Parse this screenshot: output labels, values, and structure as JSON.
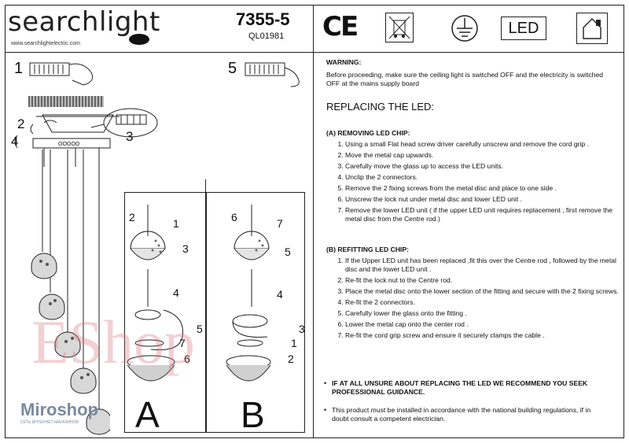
{
  "header": {
    "brand": "searchlight",
    "url": "www.searchlightelectric.com",
    "model": "7355-5",
    "subcode": "QL01981",
    "badges": {
      "ce": "CE",
      "led": "LED"
    },
    "icons": [
      "ce-mark",
      "weee-bin-icon",
      "earth-ground-icon",
      "led-badge",
      "indoor-house-icon"
    ]
  },
  "figures": {
    "step1": "1",
    "step5": "5",
    "main_labels": [
      "2",
      "3",
      "4"
    ],
    "panel_a": {
      "label": "A",
      "steps": [
        "2",
        "1",
        "3",
        "4",
        "5",
        "7",
        "6"
      ]
    },
    "panel_b": {
      "label": "B",
      "steps": [
        "6",
        "7",
        "5",
        "4",
        "3",
        "1",
        "2"
      ]
    },
    "canopy_text": "ΟΟΟΟΟ"
  },
  "watermarks": {
    "estore": "EShop",
    "miroshop": "Miroshop",
    "miroshop_sub": "СЕТЬ ИНТЕРНЕТ-МАГАЗИНОВ"
  },
  "instructions": {
    "warning_title": "WARNING:",
    "warning_text": "Before proceeding, make sure the ceiling light is switched OFF and the electricity is switched OFF at the mains supply board",
    "heading": "REPLACING THE LED:",
    "section_a_title": "(A) REMOVING LED CHIP:",
    "section_a": [
      "Using a small Flat head screw driver carefully unscrew and remove the cord grip .",
      "Move the metal cap upwards.",
      "Carefully move the glass up to access the LED units.",
      "Unclip the 2 connectors.",
      "Remove the 2 fixing screws from the metal disc and place to one side .",
      "Unscrew the lock nut under metal disc and lower LED unit .",
      "Remove the lower LED unit ( if the upper LED unit requires replacement , first remove the metal disc from the Centre rod.)"
    ],
    "section_b_title": "(B) REFITTING LED CHIP:",
    "section_b": [
      " If the Upper LED unit has been replaced ,fit this over the Centre rod , followed by the metal disc and the lower LED unit .",
      "Re-fit the lock nut to the Centre rod.",
      "Place the metal disc onto the  lower section of the fitting and secure with the 2 fixing screws.",
      "Re-fit  the 2 connectors.",
      "Carefully lower the glass onto the fitting .",
      "Lower the metal cap onto the center rod .",
      "Re-fit the cord grip screw and ensure it securely clamps the cable ."
    ],
    "note1": "IF AT ALL UNSURE ABOUT REPLACING THE LED WE RECOMMEND YOU SEEK PROFESSIONAL GUIDANCE.",
    "note2": "This product must be installed in accordance with the national building regulations, if in doubt consult a competent electrician."
  }
}
